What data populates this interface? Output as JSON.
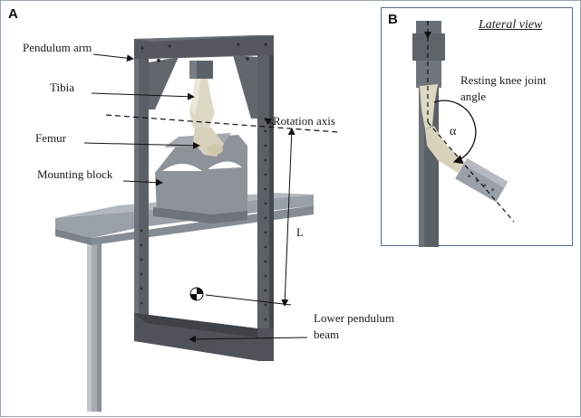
{
  "panels": {
    "a": {
      "letter": "A"
    },
    "b": {
      "letter": "B",
      "title": "Lateral view"
    }
  },
  "labels": {
    "pendulum_arm": "Pendulum arm",
    "tibia": "Tibia",
    "rotation_axis": "Rotation axis",
    "femur": "Femur",
    "mounting_block": "Mounting block",
    "length": "L",
    "lower_beam_line1": "Lower pendulum",
    "lower_beam_line2": "beam",
    "resting_angle_line1": "Resting knee joint",
    "resting_angle_line2": "angle",
    "alpha": "α"
  },
  "colors": {
    "frame": "#5b5f66",
    "frame_dark": "#45484e",
    "table": "#9aa0a8",
    "table_dark": "#7c828a",
    "leg": "#a8adb4",
    "block": "#8e939a",
    "bone": "#ddd8c4",
    "inset_border": "#4f6d99"
  }
}
